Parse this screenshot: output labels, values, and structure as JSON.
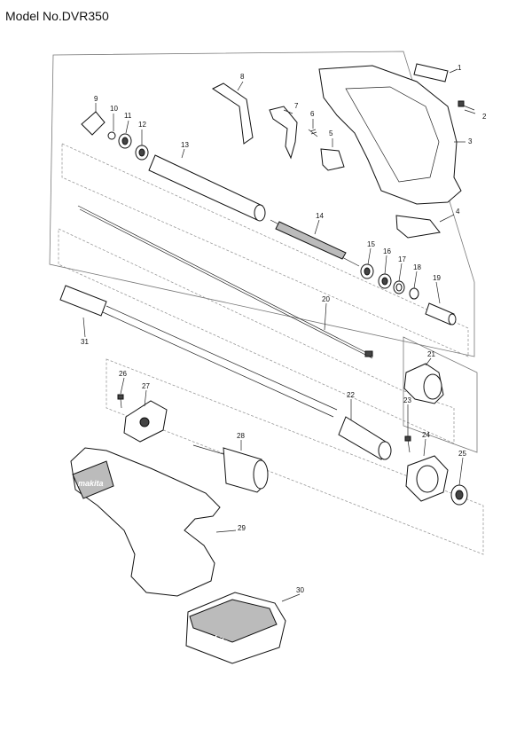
{
  "header": {
    "model": "Model No.DVR350"
  },
  "parts": [
    {
      "no": "1"
    },
    {
      "no": "2"
    },
    {
      "no": "3"
    },
    {
      "no": "4"
    },
    {
      "no": "5"
    },
    {
      "no": "6"
    },
    {
      "no": "7"
    },
    {
      "no": "8"
    },
    {
      "no": "9"
    },
    {
      "no": "10"
    },
    {
      "no": "11"
    },
    {
      "no": "12"
    },
    {
      "no": "13"
    },
    {
      "no": "14"
    },
    {
      "no": "15"
    },
    {
      "no": "16"
    },
    {
      "no": "17"
    },
    {
      "no": "18"
    },
    {
      "no": "19"
    },
    {
      "no": "20"
    },
    {
      "no": "21"
    },
    {
      "no": "22"
    },
    {
      "no": "23"
    },
    {
      "no": "24"
    },
    {
      "no": "25"
    },
    {
      "no": "26"
    },
    {
      "no": "27"
    },
    {
      "no": "28"
    },
    {
      "no": "29"
    },
    {
      "no": "30"
    },
    {
      "no": "31"
    }
  ],
  "brand": {
    "logo": "makita"
  }
}
